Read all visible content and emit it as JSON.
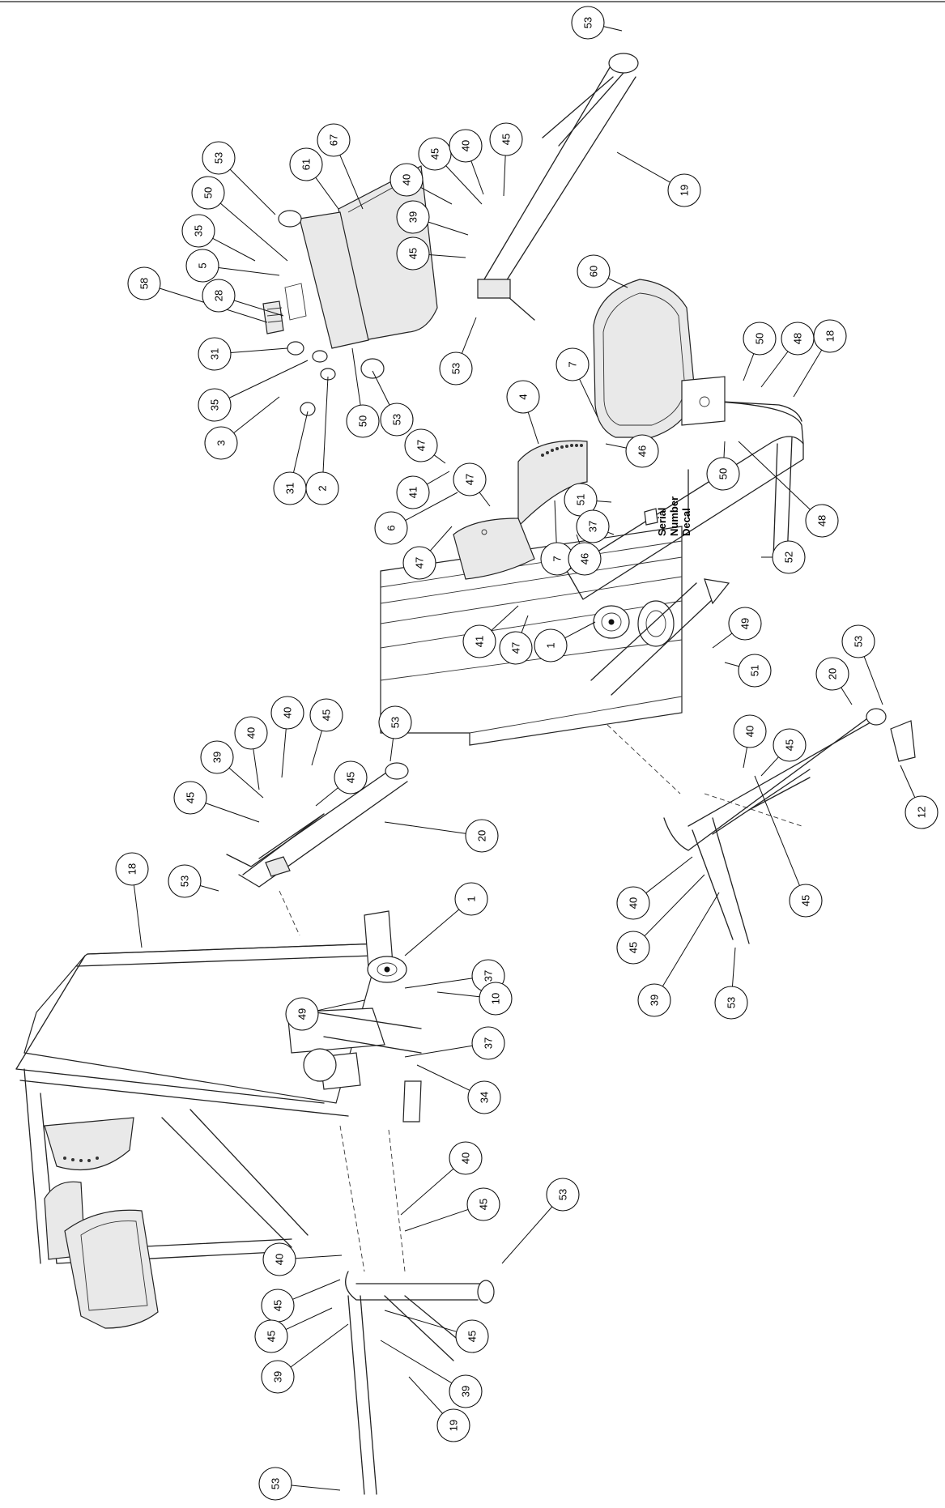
{
  "decal_label": [
    "Serial",
    "Number",
    "Decal"
  ],
  "callouts": [
    {
      "id": "c01",
      "label": "53"
    },
    {
      "id": "c02",
      "label": "19"
    },
    {
      "id": "c03",
      "label": "67"
    },
    {
      "id": "c04",
      "label": "61"
    },
    {
      "id": "c05",
      "label": "53"
    },
    {
      "id": "c06",
      "label": "50"
    },
    {
      "id": "c07",
      "label": "35"
    },
    {
      "id": "c08",
      "label": "5"
    },
    {
      "id": "c09",
      "label": "58"
    },
    {
      "id": "c10",
      "label": "28"
    },
    {
      "id": "c11",
      "label": "31"
    },
    {
      "id": "c12",
      "label": "35"
    },
    {
      "id": "c13",
      "label": "3"
    },
    {
      "id": "c14",
      "label": "31"
    },
    {
      "id": "c15",
      "label": "2"
    },
    {
      "id": "c16",
      "label": "50"
    },
    {
      "id": "c17",
      "label": "53"
    },
    {
      "id": "c18",
      "label": "45"
    },
    {
      "id": "c19",
      "label": "40"
    },
    {
      "id": "c20",
      "label": "45"
    },
    {
      "id": "c21",
      "label": "40"
    },
    {
      "id": "c22",
      "label": "39"
    },
    {
      "id": "c23",
      "label": "45"
    },
    {
      "id": "c24",
      "label": "53"
    },
    {
      "id": "c25",
      "label": "60"
    },
    {
      "id": "c26",
      "label": "50"
    },
    {
      "id": "c27",
      "label": "48"
    },
    {
      "id": "c28",
      "label": "18"
    },
    {
      "id": "c29",
      "label": "7"
    },
    {
      "id": "c30",
      "label": "4"
    },
    {
      "id": "c31",
      "label": "46"
    },
    {
      "id": "c32",
      "label": "47"
    },
    {
      "id": "c33",
      "label": "41"
    },
    {
      "id": "c34",
      "label": "47"
    },
    {
      "id": "c35",
      "label": "6"
    },
    {
      "id": "c36",
      "label": "47"
    },
    {
      "id": "c37",
      "label": "51"
    },
    {
      "id": "c38",
      "label": "37"
    },
    {
      "id": "c39",
      "label": "7"
    },
    {
      "id": "c40",
      "label": "46"
    },
    {
      "id": "c41",
      "label": "50"
    },
    {
      "id": "c42",
      "label": "48"
    },
    {
      "id": "c43",
      "label": "52"
    },
    {
      "id": "c44",
      "label": "41"
    },
    {
      "id": "c45",
      "label": "47"
    },
    {
      "id": "c46",
      "label": "1"
    },
    {
      "id": "c47",
      "label": "49"
    },
    {
      "id": "c48",
      "label": "51"
    },
    {
      "id": "c49",
      "label": "20"
    },
    {
      "id": "c50",
      "label": "53"
    },
    {
      "id": "c51",
      "label": "40"
    },
    {
      "id": "c52",
      "label": "45"
    },
    {
      "id": "c53",
      "label": "12"
    },
    {
      "id": "c54",
      "label": "40"
    },
    {
      "id": "c55",
      "label": "45"
    },
    {
      "id": "c56",
      "label": "45"
    },
    {
      "id": "c57",
      "label": "39"
    },
    {
      "id": "c58",
      "label": "53"
    },
    {
      "id": "c59",
      "label": "40"
    },
    {
      "id": "c60",
      "label": "40"
    },
    {
      "id": "c61",
      "label": "45"
    },
    {
      "id": "c62",
      "label": "39"
    },
    {
      "id": "c63",
      "label": "53"
    },
    {
      "id": "c64",
      "label": "45"
    },
    {
      "id": "c65",
      "label": "45"
    },
    {
      "id": "c66",
      "label": "20"
    },
    {
      "id": "c67",
      "label": "18"
    },
    {
      "id": "c68",
      "label": "53"
    },
    {
      "id": "c69",
      "label": "1"
    },
    {
      "id": "c70",
      "label": "37"
    },
    {
      "id": "c71",
      "label": "49"
    },
    {
      "id": "c72",
      "label": "10"
    },
    {
      "id": "c73",
      "label": "37"
    },
    {
      "id": "c74",
      "label": "34"
    },
    {
      "id": "c75",
      "label": "40"
    },
    {
      "id": "c76",
      "label": "45"
    },
    {
      "id": "c77",
      "label": "53"
    },
    {
      "id": "c78",
      "label": "40"
    },
    {
      "id": "c79",
      "label": "45"
    },
    {
      "id": "c80",
      "label": "45"
    },
    {
      "id": "c81",
      "label": "39"
    },
    {
      "id": "c82",
      "label": "45"
    },
    {
      "id": "c83",
      "label": "39"
    },
    {
      "id": "c84",
      "label": "19"
    },
    {
      "id": "c85",
      "label": "53"
    }
  ]
}
